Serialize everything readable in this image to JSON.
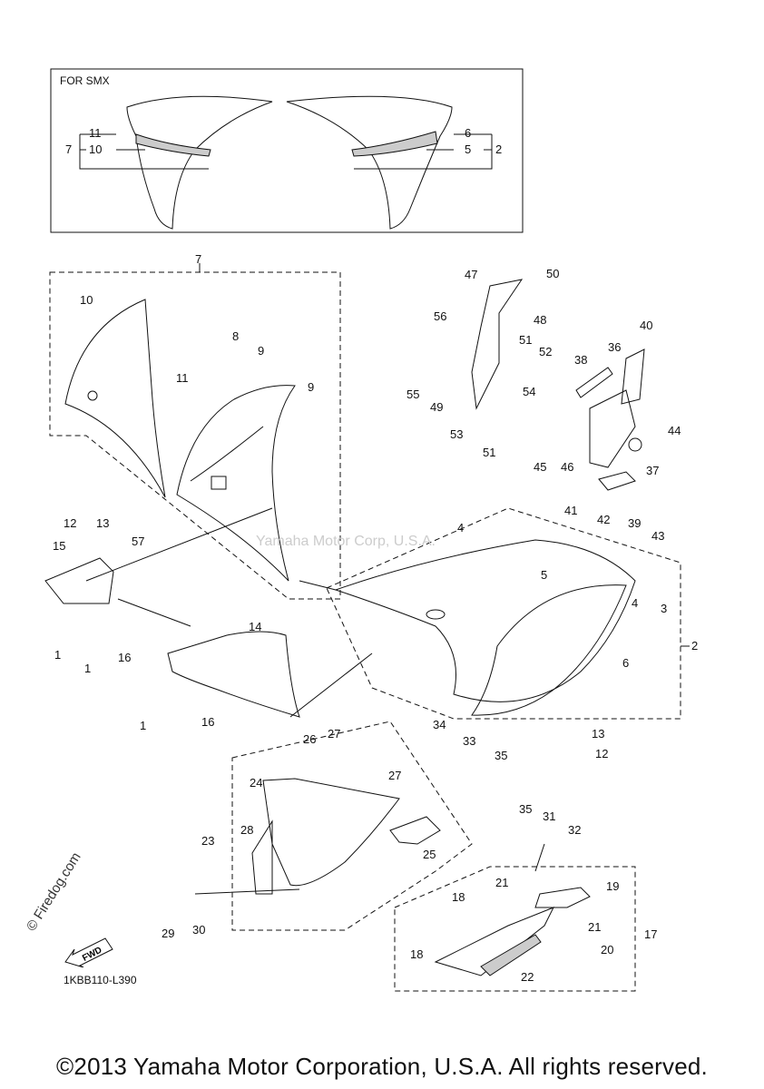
{
  "labels": {
    "for_smx": "FOR SMX",
    "drawing_code": "1KBB110-L390",
    "copyright": "©2013 Yamaha Motor Corporation, U.S.A. All rights reserved.",
    "center_watermark": "Yamaha Motor Corp, U.S.A.",
    "firedog": "© Firedog.com",
    "fwd": "FWD"
  },
  "parts": {
    "p1": "1",
    "p2": "2",
    "p3": "3",
    "p4": "4",
    "p5": "5",
    "p6": "6",
    "p7": "7",
    "p8": "8",
    "p9": "9",
    "p10": "10",
    "p11": "11",
    "p12": "12",
    "p13": "13",
    "p14": "14",
    "p15": "15",
    "p16": "16",
    "p17": "17",
    "p18": "18",
    "p19": "19",
    "p20": "20",
    "p21": "21",
    "p22": "22",
    "p23": "23",
    "p24": "24",
    "p25": "25",
    "p26": "26",
    "p27": "27",
    "p28": "28",
    "p29": "29",
    "p30": "30",
    "p31": "31",
    "p32": "32",
    "p33": "33",
    "p34": "34",
    "p35": "35",
    "p36": "36",
    "p37": "37",
    "p38": "38",
    "p39": "39",
    "p40": "40",
    "p41": "41",
    "p42": "42",
    "p43": "43",
    "p44": "44",
    "p45": "45",
    "p46": "46",
    "p47": "47",
    "p48": "48",
    "p49": "49",
    "p50": "50",
    "p51": "51",
    "p52": "52",
    "p53": "53",
    "p54": "54",
    "p55": "55",
    "p56": "56",
    "p57": "57"
  }
}
